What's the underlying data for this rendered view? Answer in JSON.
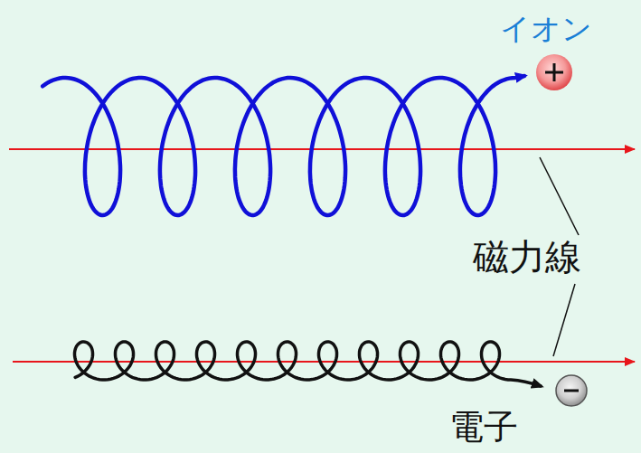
{
  "diagram": {
    "labels": [
      "イオン",
      "磁力線",
      "電子"
    ]
  }
}
